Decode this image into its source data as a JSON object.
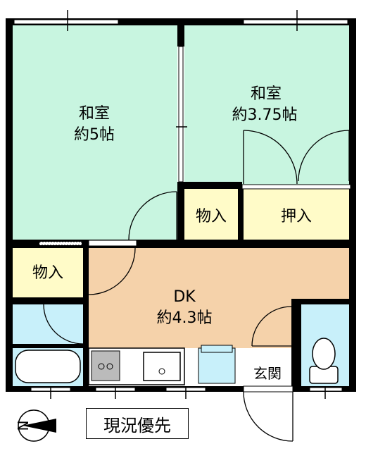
{
  "rooms": {
    "washitsu_left": {
      "name": "和室",
      "size": "約5帖"
    },
    "washitsu_right": {
      "name": "和室",
      "size": "約3.75帖"
    },
    "storage_center": "物入",
    "oshiire": "押入",
    "storage_left": "物入",
    "dk": {
      "name": "DK",
      "size": "約4.3帖"
    },
    "genkan": "玄関"
  },
  "compass": {
    "label": "N"
  },
  "note": "現況優先",
  "colors": {
    "tatami": "#c8f5e0",
    "storage": "#fffbc8",
    "dk": "#f5d2aa",
    "bath": "#c8f0fa",
    "wall": "#000000"
  }
}
